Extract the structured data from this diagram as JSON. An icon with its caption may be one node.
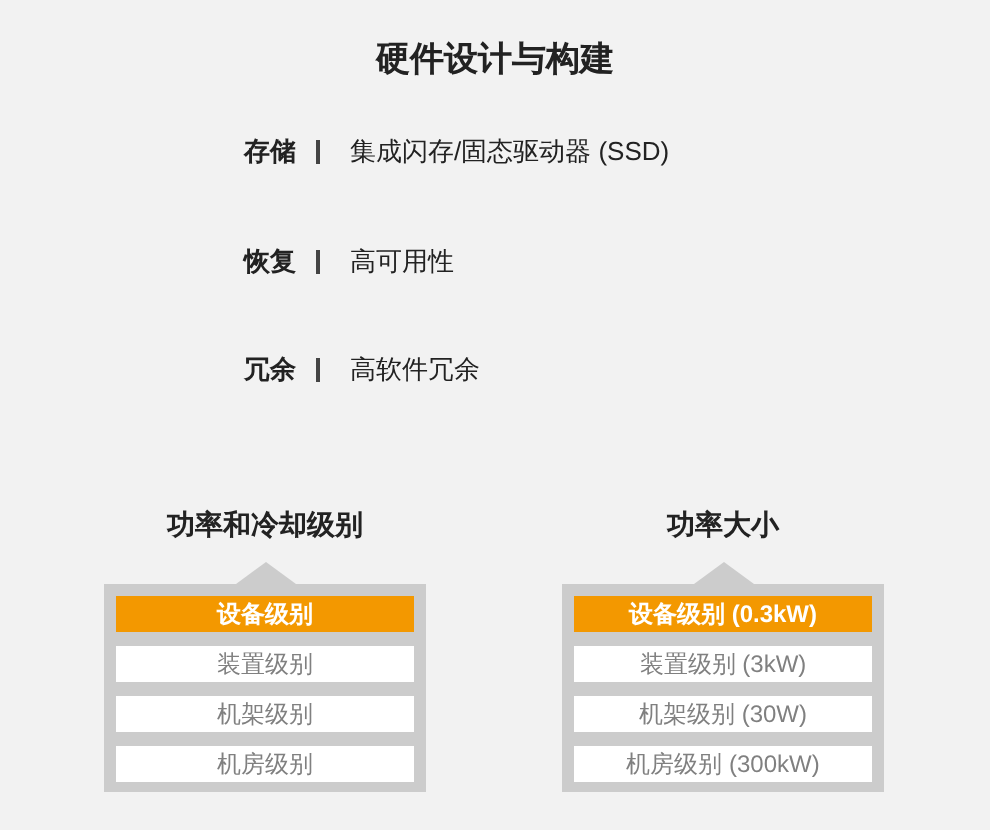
{
  "diagram": {
    "title": "硬件设计与构建",
    "nodes": [
      {
        "text": [
          "功率和冷却级别"
        ]
      },
      {
        "text": [
          "设备级别"
        ],
        "in": 0
      },
      {
        "text": [
          "装置级别"
        ],
        "in": 0
      },
      {
        "text": [
          "机架级别"
        ],
        "in": 0
      },
      {
        "text": [
          "机房级别"
        ],
        "in": 0
      },
      {
        "text": [
          "功率大小"
        ]
      },
      {
        "text": [
          "设备级别 (0.3kW)"
        ],
        "in": 5
      },
      {
        "text": [
          "装置级别 (3kW)"
        ],
        "in": 5
      },
      {
        "text": [
          "机架级别 (30W)"
        ],
        "in": 5
      },
      {
        "text": [
          "机房级别 (300kW)"
        ],
        "in": 5
      }
    ],
    "labels": [
      "存储",
      "集成闪存/固态驱动器 (SSD)",
      "恢复",
      "高可用性",
      "冗余",
      "高软件冗余"
    ]
  }
}
